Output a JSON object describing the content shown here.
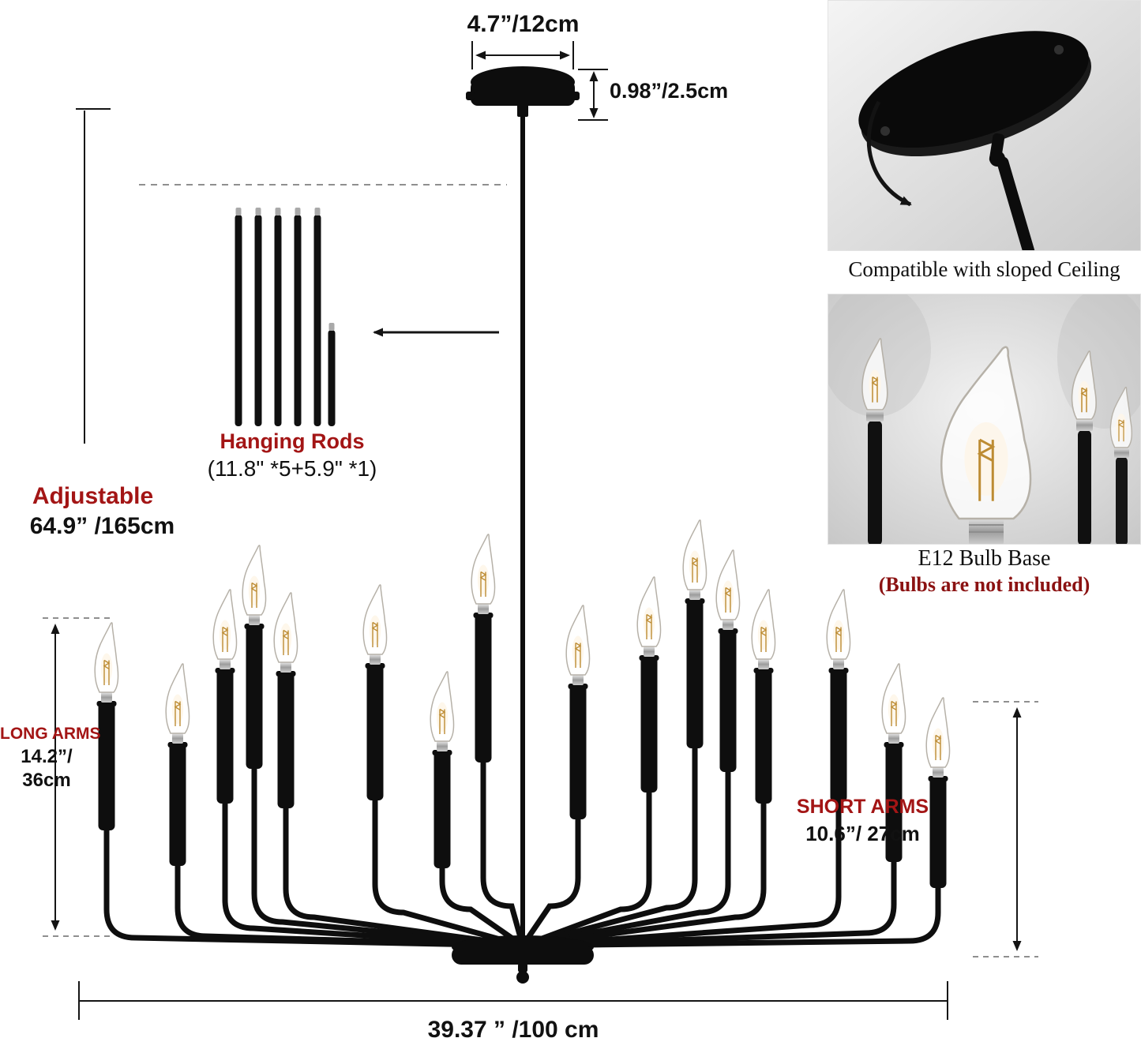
{
  "figure": {
    "canopy_width": "4.7”/12cm",
    "canopy_height": "0.98”/2.5cm",
    "hanging_rods": {
      "title": "Hanging Rods",
      "detail": "(11.8\" *5+5.9\" *1)"
    },
    "adjustable": {
      "label": "Adjustable",
      "value": "64.9” /165cm"
    },
    "long_arms": {
      "label": "LONG ARMS",
      "value_line1": "14.2”/",
      "value_line2": "36cm"
    },
    "short_arms": {
      "label": "SHORT ARMS",
      "value": "10.6”/ 27cm"
    },
    "total_width": "39.37 ” /100 cm"
  },
  "insets": {
    "sloped_ceiling": {
      "caption": "Compatible with sloped Ceiling"
    },
    "bulb": {
      "title": "E12 Bulb Base",
      "note": "(Bulbs are not included)"
    }
  },
  "icons": {
    "swivel_arrow": "curved-arrow-icon",
    "dimension_arrows": "double-arrow-icon"
  },
  "colors": {
    "annotation_red": "#a31515",
    "ink": "#111111",
    "fixture_black": "#0d0d0d",
    "glow_amber": "#f7d49c",
    "metal_gray": "#9c9c9c"
  }
}
